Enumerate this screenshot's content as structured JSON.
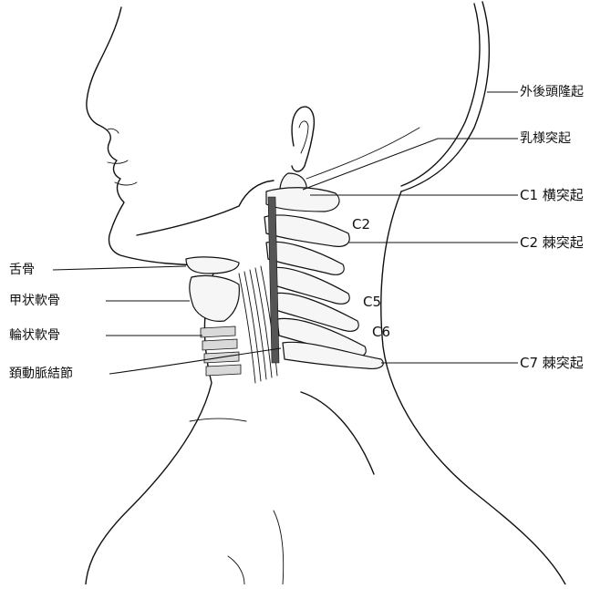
{
  "labels": {
    "external_occipital_protuberance": "外後頭隆起",
    "mastoid_process": "乳様突起",
    "c1_transverse_process": "C1 横突起",
    "c2_spinous_process": "C2 棘突起",
    "c7_spinous_process": "C7 棘突起",
    "hyoid_bone": "舌骨",
    "thyroid_cartilage": "甲状軟骨",
    "cricoid_cartilage": "輪状軟骨",
    "carotid_tubercle": "頚動脈結節",
    "c2": "C2",
    "c5": "C5",
    "c6": "C6"
  }
}
